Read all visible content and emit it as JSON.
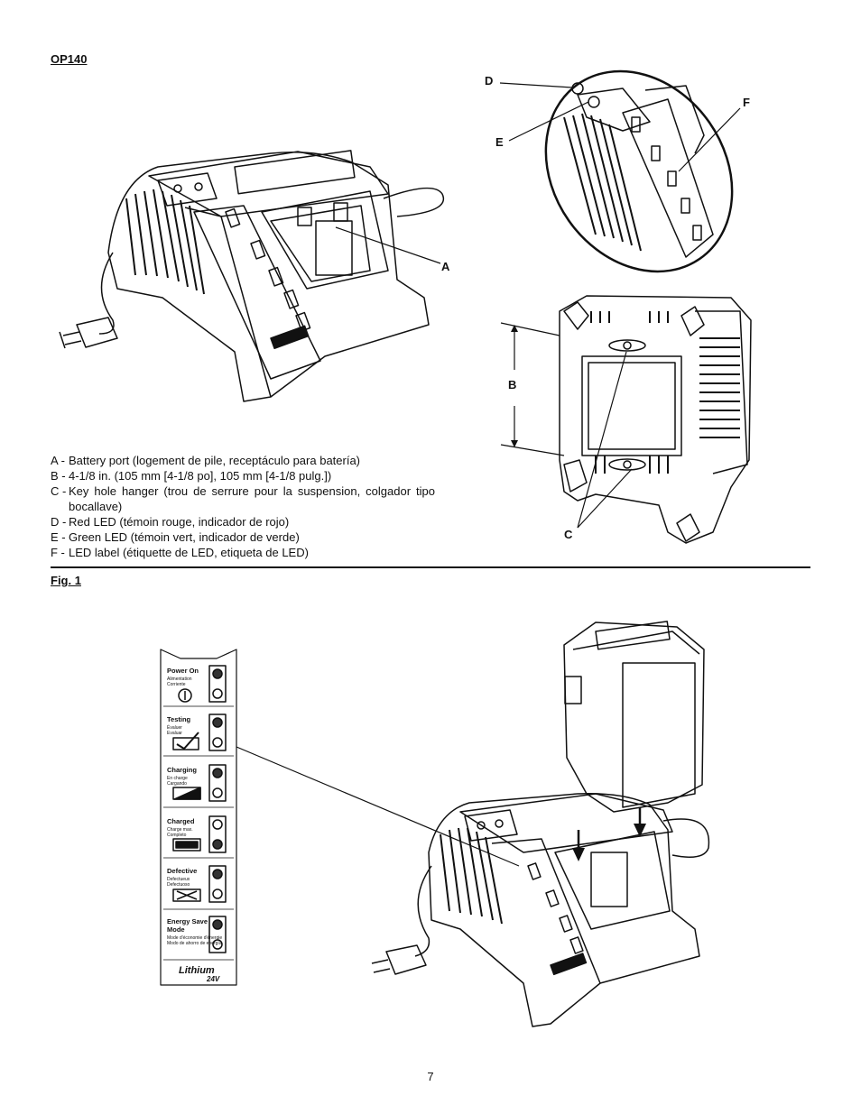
{
  "model": "OP140",
  "figure": "Fig. 1",
  "page_number": "7",
  "callouts": {
    "A": "A",
    "B": "B",
    "C": "C",
    "D": "D",
    "E": "E",
    "F": "F"
  },
  "legend": [
    {
      "key": "A -",
      "text": "Battery port (logement de pile, receptáculo para batería)"
    },
    {
      "key": "B -",
      "text": "4-1/8 in. (105 mm [4-1/8 po], 105 mm [4-1/8 pulg.])"
    },
    {
      "key": "C -",
      "text": "Key hole hanger (trou de serrure pour la suspension, colgador tipo bocallave)"
    },
    {
      "key": "D -",
      "text": "Red LED (témoin rouge, indicador de rojo)"
    },
    {
      "key": "E -",
      "text": "Green LED (témoin vert, indicador de verde)"
    },
    {
      "key": "F -",
      "text": "LED label (étiquette de LED, etiqueta de LED)"
    }
  ],
  "led_label": {
    "sections": [
      {
        "title": "Power On",
        "sub": [
          "Alimentation",
          "Corriente"
        ]
      },
      {
        "title": "Testing",
        "sub": [
          "Évaluer",
          "Evaluar"
        ]
      },
      {
        "title": "Charging",
        "sub": [
          "En charge",
          "Cargando"
        ]
      },
      {
        "title": "Charged",
        "sub": [
          "Charge max.",
          "Completo"
        ]
      },
      {
        "title": "Defective",
        "sub": [
          "Defectueux",
          "Defectuoso"
        ]
      },
      {
        "title": "Energy Save Mode",
        "sub": [
          "Mode d'économie d'énergie",
          "Modo de ahorro de energía"
        ]
      }
    ],
    "brand": "Lithium",
    "voltage": "24V"
  }
}
